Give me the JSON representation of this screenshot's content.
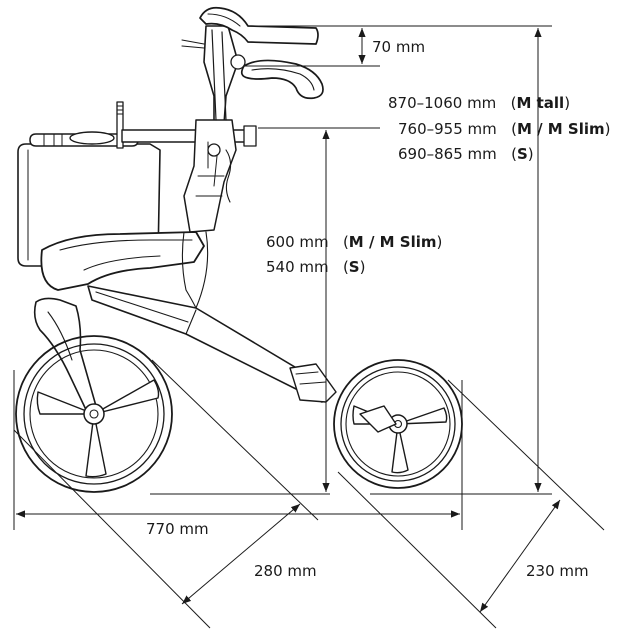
{
  "dimensions": {
    "handle_grip_offset": "70 mm",
    "handle_height": {
      "m_tall": {
        "range": "870–1060 mm",
        "size": "M tall"
      },
      "m": {
        "range": "760–955 mm",
        "size": "M / M Slim"
      },
      "s": {
        "range": "690–865 mm",
        "size": "S"
      }
    },
    "seat_height": {
      "m": {
        "range": "600 mm",
        "size": "M / M Slim"
      },
      "s": {
        "range": "540 mm",
        "size": "S"
      }
    },
    "length": "770 mm",
    "rear_wheel_diameter": "280 mm",
    "front_wheel_diameter": "230 mm"
  },
  "colors": {
    "ink": "#1a1a1a",
    "background": "#ffffff"
  }
}
